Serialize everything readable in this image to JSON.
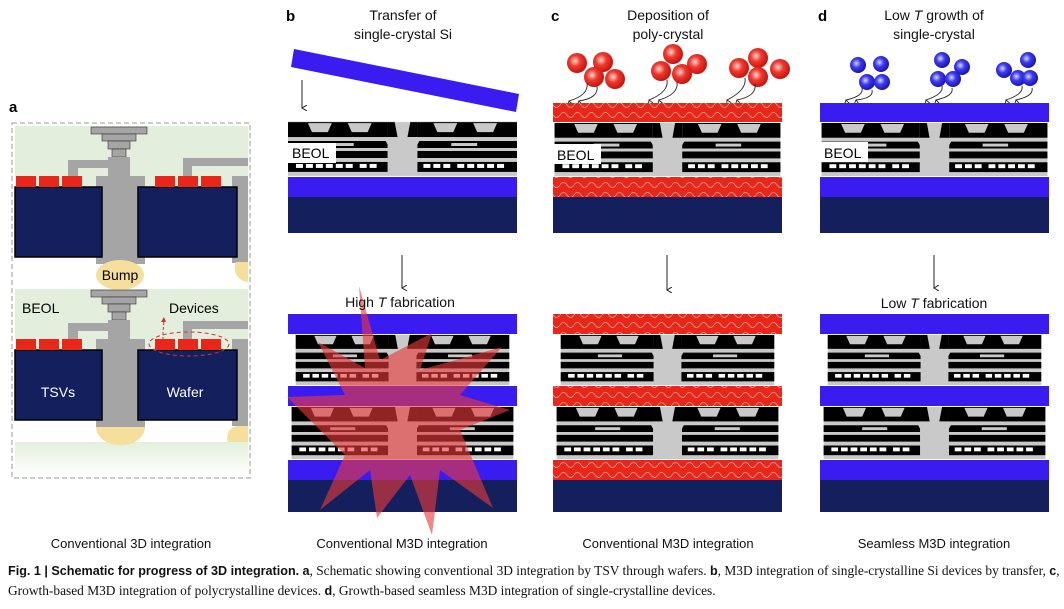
{
  "panels": {
    "a": {
      "letter": "a",
      "labels": {
        "bump": "Bump",
        "beol": "BEOL",
        "devices": "Devices",
        "tsvs": "TSVs",
        "wafer": "Wafer"
      },
      "caption": "Conventional 3D integration"
    },
    "b": {
      "letter": "b",
      "title1": "Transfer of",
      "title2": "single-crystal Si",
      "beol": "BEOL",
      "step": "High T fabrication",
      "step_pre": "High ",
      "step_t": "T",
      "step_post": " fabrication",
      "caption": "Conventional M3D integration"
    },
    "c": {
      "letter": "c",
      "title1": "Deposition of",
      "title2": "poly-crystal",
      "beol": "BEOL",
      "caption": "Conventional M3D integration"
    },
    "d": {
      "letter": "d",
      "title1_pre": "Low ",
      "title1_t": "T",
      "title1_post": " growth of",
      "title2": "single-crystal",
      "beol": "BEOL",
      "step_pre": "Low ",
      "step_t": "T",
      "step_post": " fabrication",
      "caption": "Seamless M3D integration"
    }
  },
  "colors": {
    "si": "#3a1cf0",
    "wafer": "#14205e",
    "poly": "#e8261a",
    "beol_bg": "#c9c9c9",
    "green": "#e3efdc",
    "bump": "#f6df9c"
  },
  "caption": {
    "fig": "Fig. 1 | Schematic for progress of 3D integration.",
    "a_l": "a",
    "a_t": ", Schematic showing conventional 3D integration by TSV through wafers.",
    "b_l": "b",
    "b_t": ", M3D integration of single-crystalline Si devices by transfer,",
    "c_l": "c",
    "c_t": ", Growth-based M3D integration of polycrystalline devices.",
    "d_l": "d",
    "d_t": ", Growth-based seamless M3D integration of single-crystalline devices."
  }
}
